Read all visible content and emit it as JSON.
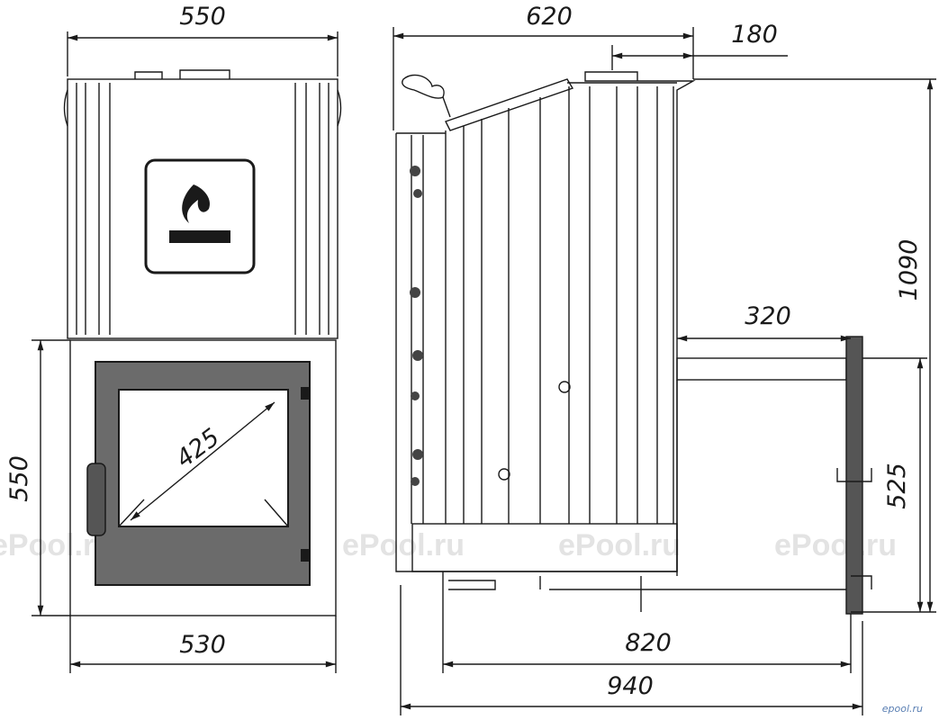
{
  "dimensions": {
    "front_top_width": "550",
    "front_height": "550",
    "front_bottom_width": "530",
    "glass_diagonal": "425",
    "side_top_depth": "620",
    "chimney_offset": "180",
    "total_height": "1090",
    "tunnel_length": "320",
    "tunnel_height": "525",
    "base_length": "820",
    "total_length": "940"
  },
  "watermark": "ePool.ru",
  "site_credit": "epool.ru",
  "colors": {
    "line": "#1a1a1a",
    "door": "#6b6b6b",
    "watermark": "#e3e3e3"
  }
}
